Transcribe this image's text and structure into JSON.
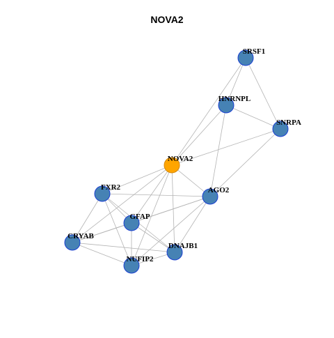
{
  "title": "NOVA2",
  "colors": {
    "node_default": "#4682B4",
    "node_default_border": "#1a3fd1",
    "node_focus": "#FFA500",
    "node_focus_border": "#d4880a",
    "edge": "#b3b3b3",
    "label": "#000000"
  },
  "nodes": [
    {
      "id": "SRSF1",
      "label": "SRSF1",
      "focus": false
    },
    {
      "id": "HNRNPL",
      "label": "HNRNPL",
      "focus": false
    },
    {
      "id": "SNRPA",
      "label": "SNRPA",
      "focus": false
    },
    {
      "id": "NOVA2",
      "label": "NOVA2",
      "focus": true
    },
    {
      "id": "FXR2",
      "label": "FXR2",
      "focus": false
    },
    {
      "id": "AGO2",
      "label": "AGO2",
      "focus": false
    },
    {
      "id": "GFAP",
      "label": "GFAP",
      "focus": false
    },
    {
      "id": "CRYAB",
      "label": "CRYAB",
      "focus": false
    },
    {
      "id": "DNAJB1",
      "label": "DNAJB1",
      "focus": false
    },
    {
      "id": "NUFIP2",
      "label": "NUFIP2",
      "focus": false
    }
  ],
  "edges": [
    [
      "SRSF1",
      "HNRNPL"
    ],
    [
      "SRSF1",
      "SNRPA"
    ],
    [
      "SRSF1",
      "NOVA2"
    ],
    [
      "HNRNPL",
      "SNRPA"
    ],
    [
      "HNRNPL",
      "NOVA2"
    ],
    [
      "HNRNPL",
      "AGO2"
    ],
    [
      "SNRPA",
      "NOVA2"
    ],
    [
      "SNRPA",
      "AGO2"
    ],
    [
      "NOVA2",
      "FXR2"
    ],
    [
      "NOVA2",
      "AGO2"
    ],
    [
      "NOVA2",
      "GFAP"
    ],
    [
      "NOVA2",
      "CRYAB"
    ],
    [
      "NOVA2",
      "DNAJB1"
    ],
    [
      "NOVA2",
      "NUFIP2"
    ],
    [
      "FXR2",
      "AGO2"
    ],
    [
      "FXR2",
      "GFAP"
    ],
    [
      "FXR2",
      "CRYAB"
    ],
    [
      "FXR2",
      "DNAJB1"
    ],
    [
      "FXR2",
      "NUFIP2"
    ],
    [
      "AGO2",
      "GFAP"
    ],
    [
      "AGO2",
      "CRYAB"
    ],
    [
      "AGO2",
      "DNAJB1"
    ],
    [
      "AGO2",
      "NUFIP2"
    ],
    [
      "GFAP",
      "CRYAB"
    ],
    [
      "GFAP",
      "DNAJB1"
    ],
    [
      "GFAP",
      "NUFIP2"
    ],
    [
      "CRYAB",
      "DNAJB1"
    ],
    [
      "CRYAB",
      "NUFIP2"
    ],
    [
      "DNAJB1",
      "NUFIP2"
    ]
  ]
}
